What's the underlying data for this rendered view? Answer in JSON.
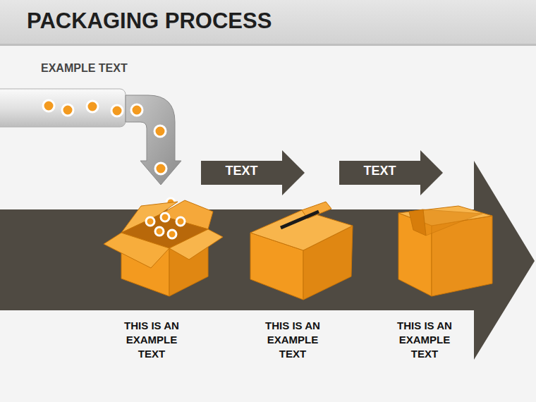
{
  "diagram": {
    "title": "PACKAGING PROCESS",
    "nodes": [
      {
        "text": [
          "THIS IS AN EXAMPLE TEXT"
        ]
      },
      {
        "text": [
          "TEXT"
        ]
      },
      {
        "text": [
          "THIS IS AN EXAMPLE TEXT"
        ]
      },
      {
        "text": [
          "TEXT"
        ]
      },
      {
        "text": [
          "THIS IS AN EXAMPLE TEXT"
        ]
      }
    ],
    "labels": [
      "EXAMPLE TEXT"
    ]
  }
}
